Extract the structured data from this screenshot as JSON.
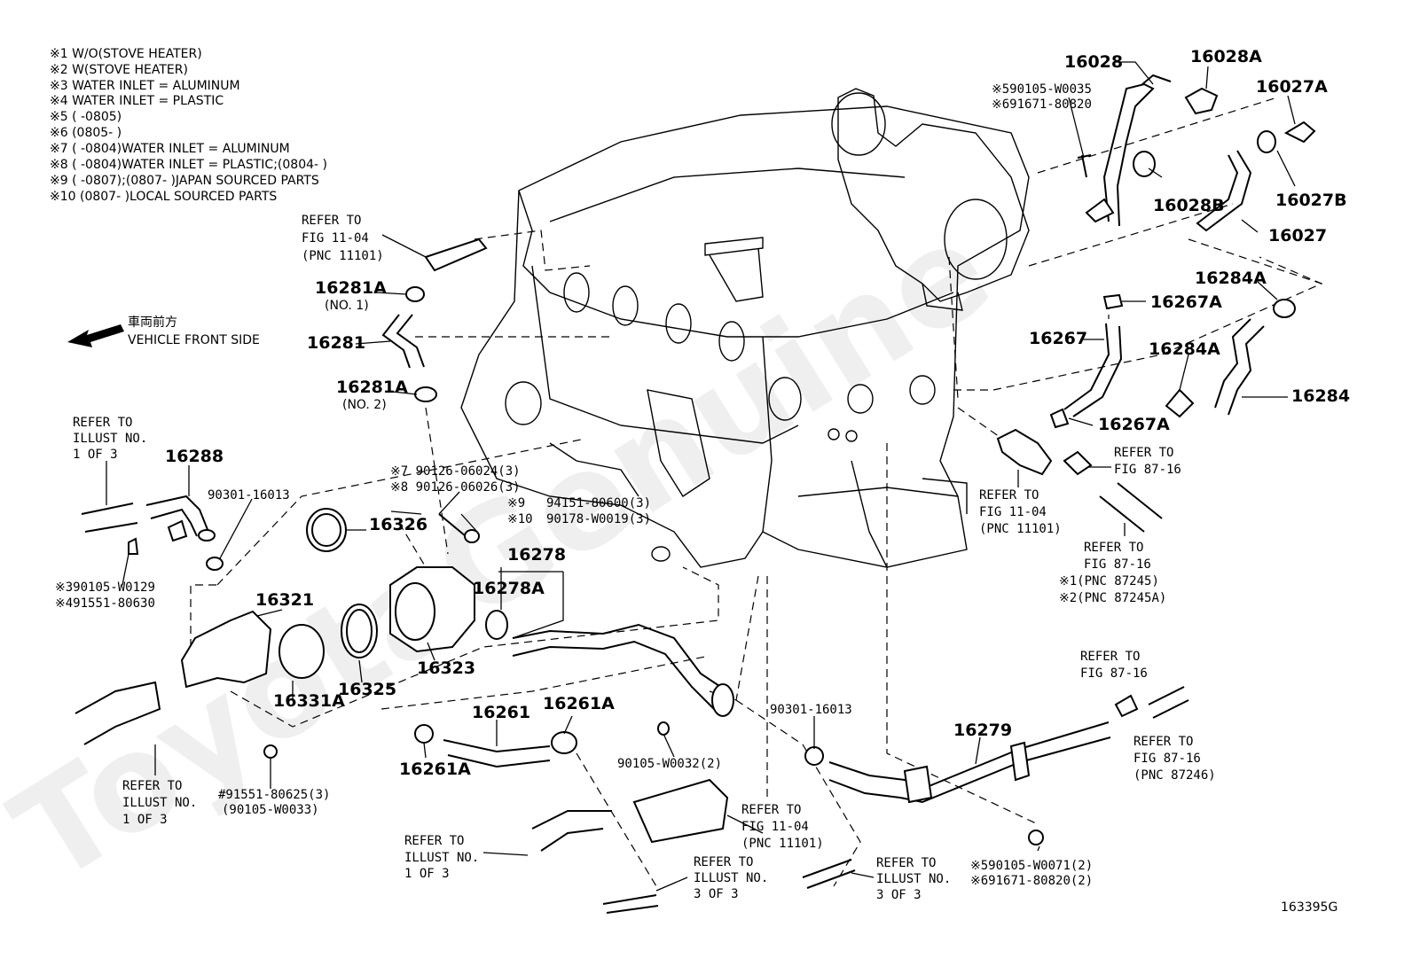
{
  "notes": [
    "※1 W/O(STOVE HEATER)",
    "※2 W(STOVE HEATER)",
    "※3 WATER INLET = ALUMINUM",
    "※4 WATER INLET = PLASTIC",
    "※5 (      -0805)",
    "※6 (0805-      )",
    "※7 (      -0804)WATER INLET = ALUMINUM",
    "※8 (      -0804)WATER INLET = PLASTIC;(0804-      )",
    "※9 (      -0807);(0807-      )JAPAN SOURCED PARTS",
    "※10 (0807-      )LOCAL SOURCED PARTS"
  ],
  "front": {
    "jp": "車両前方",
    "en": "VEHICLE FRONT SIDE"
  },
  "watermark": "ToyotaGenuine",
  "figure_id": "163395G",
  "parts": {
    "p16028": "16028",
    "p16028A": "16028A",
    "p16027A": "16027A",
    "p16028B": "16028B",
    "p16027B": "16027B",
    "p16027": "16027",
    "p16284A_1": "16284A",
    "p16267A_1": "16267A",
    "p16267": "16267",
    "p16284A_2": "16284A",
    "p16284": "16284",
    "p16267A_2": "16267A",
    "p16281A_1": "16281A",
    "no1": "(NO. 1)",
    "p16281": "16281",
    "p16281A_2": "16281A",
    "no2": "(NO. 2)",
    "p16288": "16288",
    "p90301_1": "90301-16013",
    "p16326": "16326",
    "p16321": "16321",
    "p16278": "16278",
    "p16278A": "16278A",
    "p16331A": "16331A",
    "p16325": "16325",
    "p16323": "16323",
    "p16261": "16261",
    "p16261A_1": "16261A",
    "p16261A_2": "16261A",
    "p90301_2": "90301-16013",
    "p16279": "16279",
    "p90105_W0032": "90105-W0032(2)"
  },
  "callouts": {
    "c590105_W0035": "※590105-W0035",
    "c691671_80820": "※691671-80820",
    "c7": "※7 90126-06024(3)",
    "c8": "※8 90126-06026(3)",
    "c9a": "94151-80600(3)",
    "c9b": "90178-W0019(3)",
    "c9m": "※9",
    "c10m": "※10",
    "c3": "※390105-W0129",
    "c4": "※491551-80630",
    "ch1": "#91551-80625(3)",
    "ch2": "(90105-W0033)",
    "c5b": "※590105-W0071(2)",
    "c6b": "※691671-80820(2)"
  },
  "refers": {
    "r1": [
      "REFER TO",
      "FIG 11-04",
      "(PNC 11101)"
    ],
    "r2": [
      "REFER TO",
      "ILLUST NO.",
      "1 OF 3"
    ],
    "r3": [
      "REFER TO",
      "FIG 11-04",
      "(PNC 11101)"
    ],
    "r4": [
      "REFER TO",
      "FIG 87-16"
    ],
    "r5": [
      "REFER TO",
      "FIG 87-16",
      "※1(PNC 87245)",
      "※2(PNC 87245A)"
    ],
    "r6": [
      "REFER TO",
      "FIG 87-16"
    ],
    "r7": [
      "REFER TO",
      "FIG 87-16",
      "(PNC 87246)"
    ],
    "r8": [
      "REFER TO",
      "ILLUST NO.",
      "1 OF 3"
    ],
    "r9": [
      "REFER TO",
      "FIG 11-04",
      "(PNC 11101)"
    ],
    "r10": [
      "REFER TO",
      "ILLUST NO.",
      "1 OF 3"
    ],
    "r11": [
      "REFER TO",
      "ILLUST NO.",
      "3 OF 3"
    ],
    "r12": [
      "REFER TO",
      "ILLUST NO.",
      "3 OF 3"
    ]
  }
}
